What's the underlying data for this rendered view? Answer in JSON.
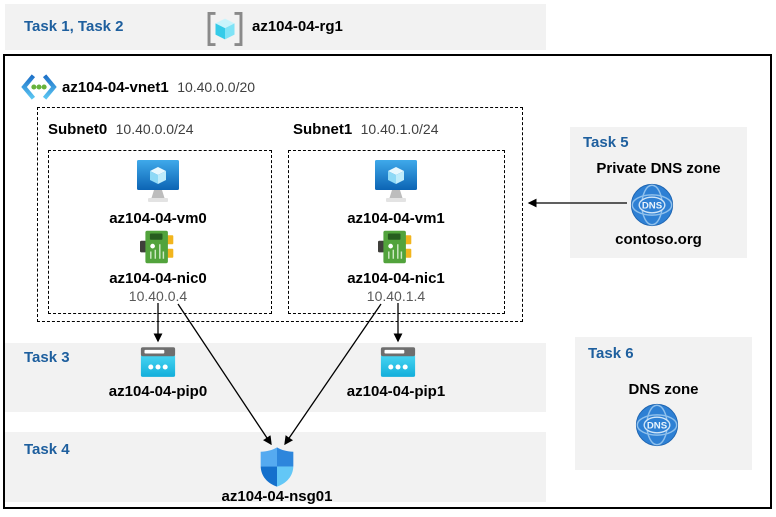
{
  "header": {
    "task_label": "Task 1, Task 2",
    "resource_group": "az104-04-rg1"
  },
  "vnet": {
    "name": "az104-04-vnet1",
    "cidr": "10.40.0.0/20"
  },
  "subnets": [
    {
      "name": "Subnet0",
      "cidr": "10.40.0.0/24",
      "vm_name": "az104-04-vm0",
      "nic_name": "az104-04-nic0",
      "nic_ip": "10.40.0.4"
    },
    {
      "name": "Subnet1",
      "cidr": "10.40.1.0/24",
      "vm_name": "az104-04-vm1",
      "nic_name": "az104-04-nic1",
      "nic_ip": "10.40.1.4"
    }
  ],
  "task3": {
    "label": "Task 3",
    "pips": [
      "az104-04-pip0",
      "az104-04-pip1"
    ]
  },
  "task4": {
    "label": "Task 4",
    "nsg_name": "az104-04-nsg01"
  },
  "task5": {
    "label": "Task 5",
    "title": "Private DNS zone",
    "zone_name": "contoso.org",
    "dns_icon_text": "DNS"
  },
  "task6": {
    "label": "Task 6",
    "title": "DNS zone",
    "dns_icon_text": "DNS"
  },
  "icons": {
    "resource_group": "resource-group-icon (gray brackets with cyan cube)",
    "vnet": "virtual-network-icon (blue chevrons with green dots)",
    "vm": "virtual-machine-icon (blue monitor with cube)",
    "nic": "network-interface-icon (green circuit board)",
    "pip": "public-ip-icon (cyan browser window with dots)",
    "nsg": "network-security-group-icon (blue quartered shield)",
    "dns": "dns-zone-icon (blue globe with DNS label)"
  },
  "colors": {
    "task_label_blue": "#1E5F9E",
    "band_gray": "#F2F2F2",
    "line_black": "#000000",
    "vm_blue": "#1178CE",
    "nic_green": "#52A33C",
    "pip_cyan": "#2BC0E4",
    "dns_blue": "#2E80D4",
    "nsg_blue": "#2D86DC"
  }
}
